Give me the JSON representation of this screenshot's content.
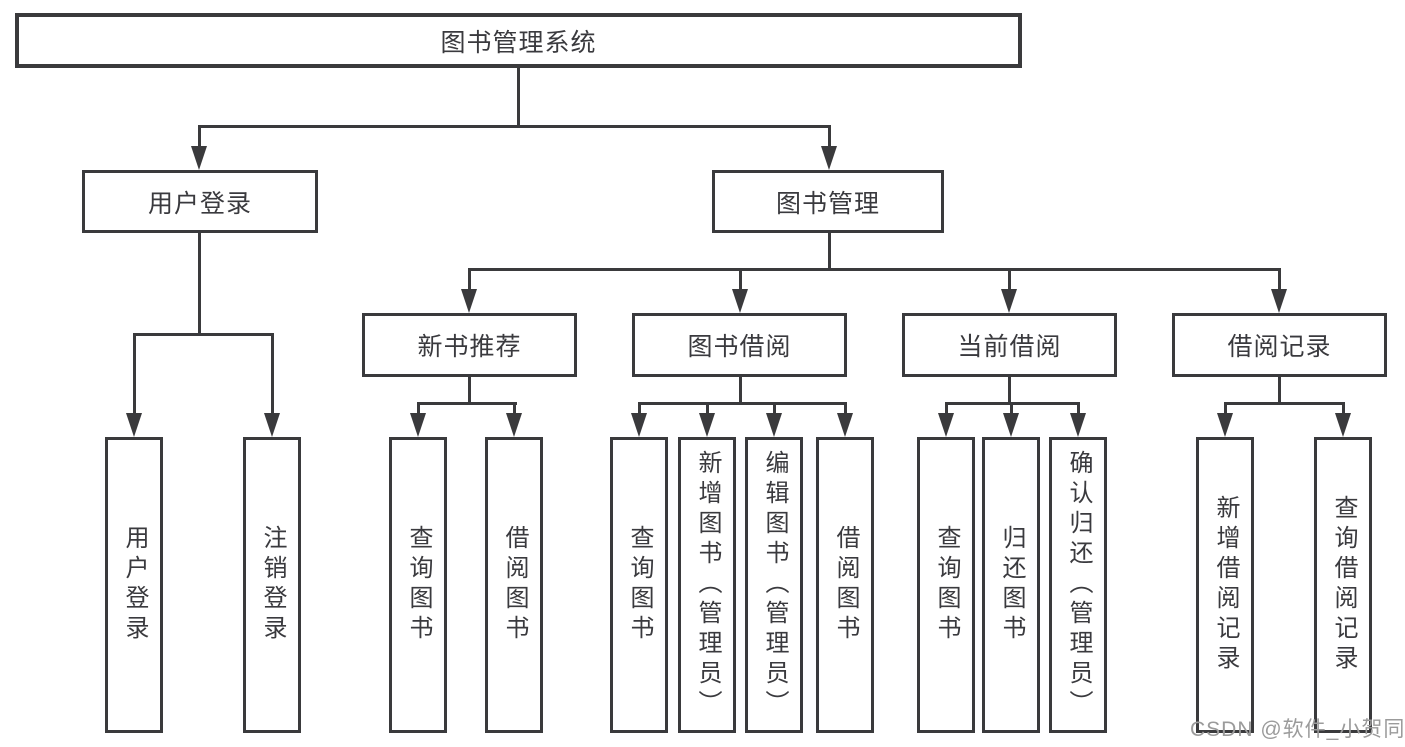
{
  "colors": {
    "line": "#3a3a3c",
    "text": "#3a3a3e",
    "background": "#ffffff",
    "watermark": "#9b9b9b"
  },
  "tree": {
    "label": "图书管理系统",
    "children": [
      {
        "label": "用户登录",
        "children": [
          {
            "label": "用户登录"
          },
          {
            "label": "注销登录"
          }
        ]
      },
      {
        "label": "图书管理",
        "children": [
          {
            "label": "新书推荐",
            "children": [
              {
                "label": "查询图书"
              },
              {
                "label": "借阅图书"
              }
            ]
          },
          {
            "label": "图书借阅",
            "children": [
              {
                "label": "查询图书"
              },
              {
                "label": "新增图书（管理员）"
              },
              {
                "label": "编辑图书（管理员）"
              },
              {
                "label": "借阅图书"
              }
            ]
          },
          {
            "label": "当前借阅",
            "children": [
              {
                "label": "查询图书"
              },
              {
                "label": "归还图书"
              },
              {
                "label": "确认归还（管理员）"
              }
            ]
          },
          {
            "label": "借阅记录",
            "children": [
              {
                "label": "新增借阅记录"
              },
              {
                "label": "查询借阅记录"
              }
            ]
          }
        ]
      }
    ]
  },
  "watermark": {
    "text": "CSDN @软件_小贺同学"
  }
}
